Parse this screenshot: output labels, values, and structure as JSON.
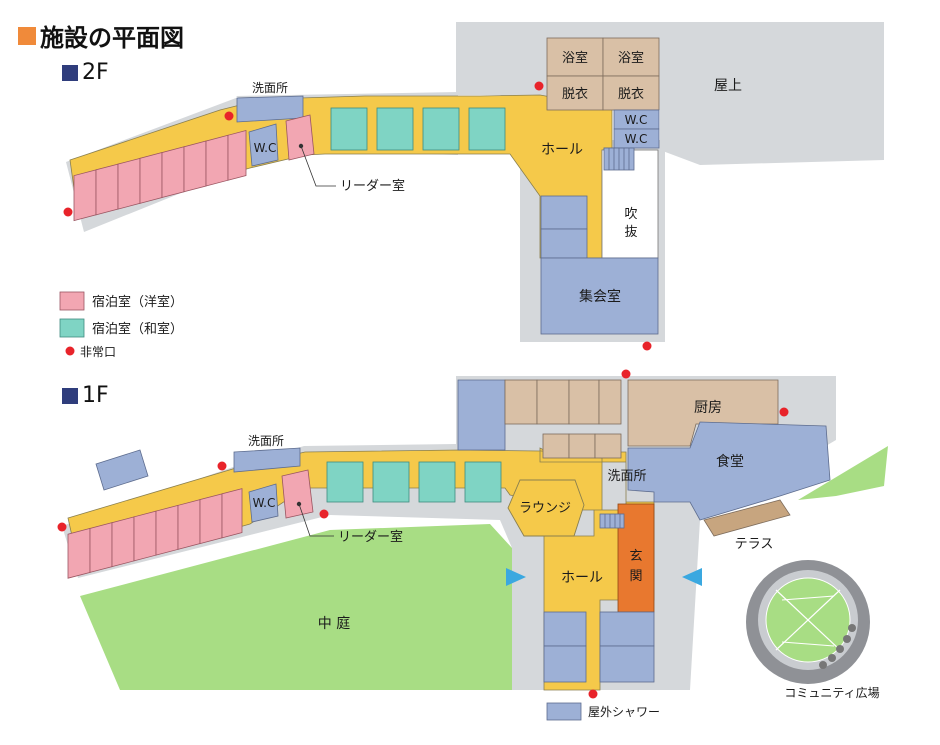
{
  "title": "施設の平面図",
  "floors": {
    "second": "2F",
    "first": "1F"
  },
  "legend": {
    "western_room": "宿泊室（洋室）",
    "japanese_room": "宿泊室（和室）",
    "emergency_exit": "非常口"
  },
  "labels_2f": {
    "washroom": "洗面所",
    "wc": "W.C",
    "leader_room": "リーダー室",
    "bath_1": "浴室",
    "bath_2": "浴室",
    "changing_1": "脱衣",
    "changing_2": "脱衣",
    "rooftop": "屋上",
    "wc_a": "W.C",
    "wc_b": "W.C",
    "hall": "ホール",
    "atrium_1": "吹",
    "atrium_2": "抜",
    "assembly": "集会室"
  },
  "labels_1f": {
    "washroom_left": "洗面所",
    "wc": "W.C",
    "leader_room": "リーダー室",
    "kitchen": "厨房",
    "dining": "食堂",
    "washroom_center": "洗面所",
    "lounge": "ラウンジ",
    "hall": "ホール",
    "entrance_1": "玄",
    "entrance_2": "関",
    "terrace": "テラス",
    "courtyard": "中 庭",
    "community_plaza": "コミュニティ広場",
    "outdoor_shower": "屋外シャワー"
  },
  "colors": {
    "corridor": "#f5c94a",
    "western_room": "#f2a6b2",
    "japanese_room": "#7fd4c4",
    "service_room": "#9db0d6",
    "storage_room": "#d9c0a6",
    "entrance": "#e8782f",
    "lawn": "#a8dd84",
    "site_gray": "#d5d8db",
    "emergency": "#e8232a",
    "arrow": "#3aa8e0"
  }
}
